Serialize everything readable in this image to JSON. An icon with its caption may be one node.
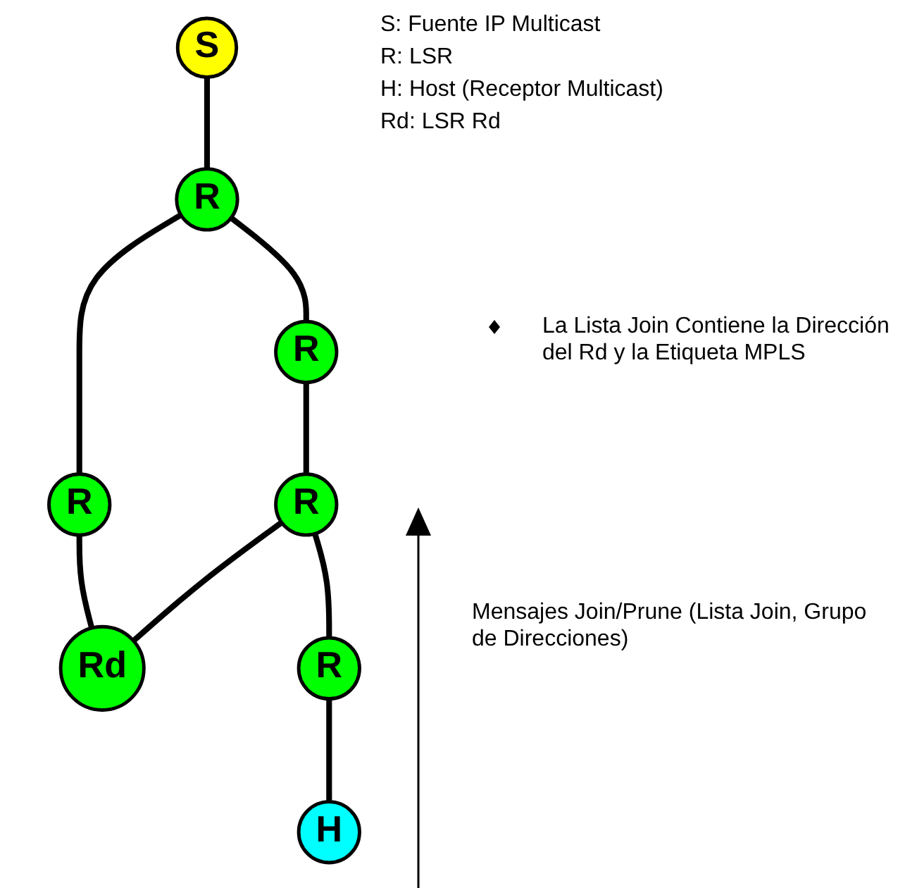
{
  "diagram": {
    "nodes": [
      {
        "text": [
          "S"
        ]
      },
      {
        "text": [
          "R"
        ]
      },
      {
        "text": [
          "R"
        ]
      },
      {
        "text": [
          "R"
        ]
      },
      {
        "text": [
          "R"
        ]
      },
      {
        "text": [
          "Rd"
        ]
      },
      {
        "text": [
          "R"
        ]
      },
      {
        "text": [
          "H"
        ]
      }
    ],
    "edges": [
      {
        "from": 0,
        "to": 1,
        "arrow": "none"
      },
      {
        "from": 1,
        "to": 2,
        "arrow": "none"
      },
      {
        "from": 1,
        "to": 3,
        "arrow": "none"
      },
      {
        "from": 2,
        "to": 4,
        "arrow": "none"
      },
      {
        "from": 3,
        "to": 5,
        "arrow": "none"
      },
      {
        "from": 4,
        "to": 5,
        "arrow": "none"
      },
      {
        "from": 4,
        "to": 6,
        "arrow": "none"
      },
      {
        "from": 6,
        "to": 7,
        "arrow": "none"
      }
    ],
    "labels": [
      "S: Fuente IP Multicast",
      "R: LSR",
      "H: Host (Receptor Multicast)",
      "Rd: LSR Rd",
      "La Lista Join Contiene la Dirección del Rd y la Etiqueta MPLS",
      "Mensajes Join/Prune (Lista Join, Grupo de Direcciones)"
    ]
  }
}
